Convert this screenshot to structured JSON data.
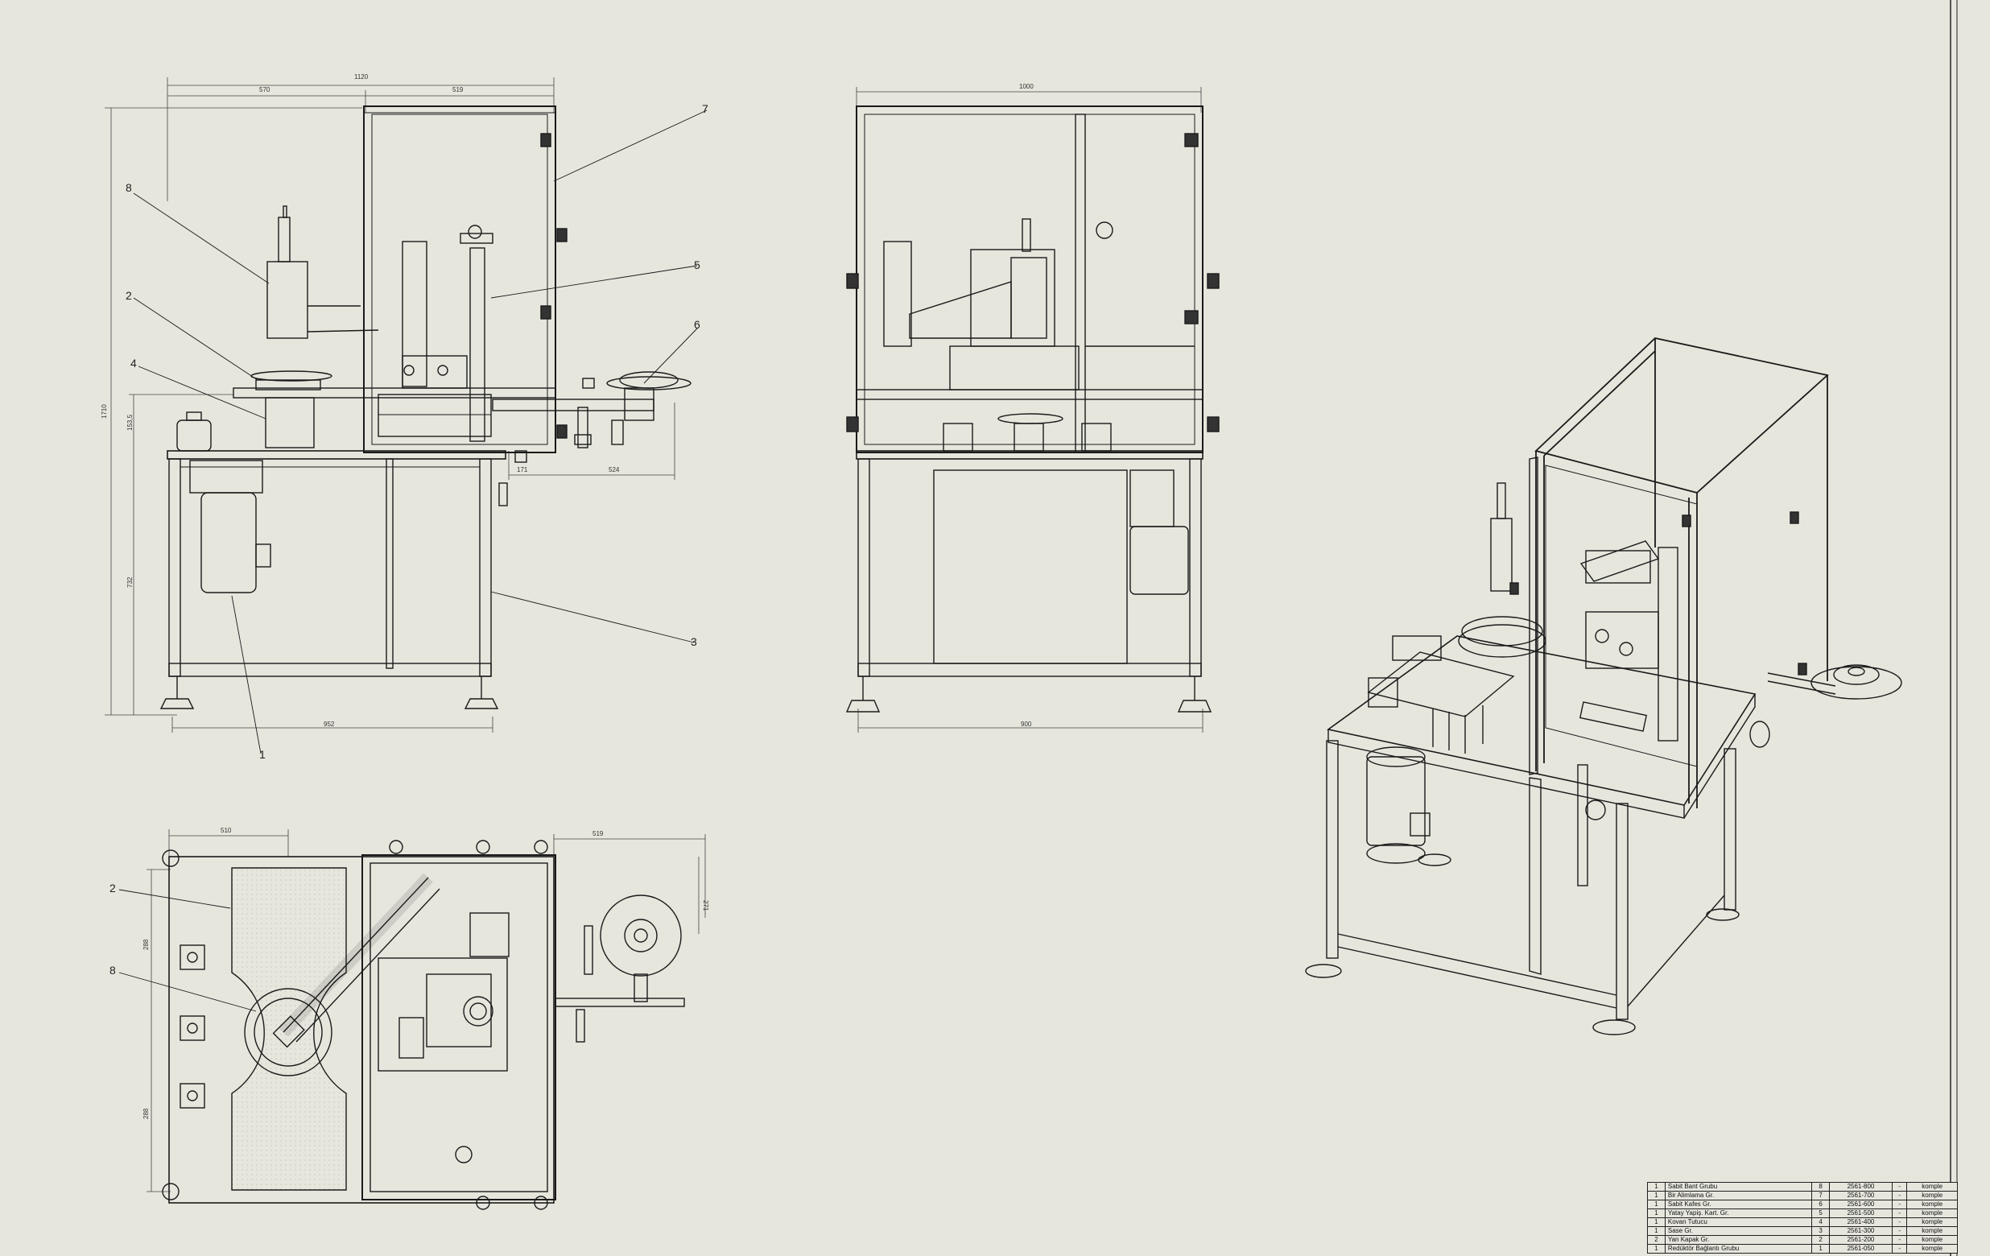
{
  "drawing": {
    "colors": {
      "background": "#e6e6dd",
      "line": "#1a1a1a"
    },
    "front_view": {
      "callouts": [
        "8",
        "2",
        "4",
        "7",
        "5",
        "6",
        "3",
        "1"
      ],
      "dimensions": {
        "overall_width": "1120",
        "left_width": "570",
        "right_width": "519",
        "overall_height": "1710",
        "table_height": "732",
        "upper_height": "153,5",
        "arm_offset": "171",
        "arm_length": "524",
        "base_width": "952"
      }
    },
    "side_view": {
      "dimensions": {
        "top_width": "1000",
        "base_width": "900"
      }
    },
    "top_view": {
      "callouts": [
        "2",
        "8"
      ],
      "dimensions": {
        "top_left": "510",
        "top_right": "519",
        "right_height": "271",
        "side_a": "288",
        "side_b": "288"
      }
    },
    "bom": {
      "rows": [
        {
          "qty": "1",
          "name": "Sabit Bant Grubu",
          "item": "8",
          "code": "2561-800",
          "rev": "-",
          "mat": "komple"
        },
        {
          "qty": "1",
          "name": "Bir Alimlama Gr.",
          "item": "7",
          "code": "2561-700",
          "rev": "-",
          "mat": "komple"
        },
        {
          "qty": "1",
          "name": "Sabit Kafes Gr.",
          "item": "6",
          "code": "2561-600",
          "rev": "-",
          "mat": "komple"
        },
        {
          "qty": "1",
          "name": "Yatay Yapiş. Kart. Gr.",
          "item": "5",
          "code": "2561-500",
          "rev": "-",
          "mat": "komple"
        },
        {
          "qty": "1",
          "name": "Kovan Tutucu",
          "item": "4",
          "code": "2561-400",
          "rev": "-",
          "mat": "komple"
        },
        {
          "qty": "1",
          "name": "Sase Gr.",
          "item": "3",
          "code": "2561-300",
          "rev": "-",
          "mat": "komple"
        },
        {
          "qty": "2",
          "name": "Yan Kapak Gr.",
          "item": "2",
          "code": "2561-200",
          "rev": "-",
          "mat": "komple"
        },
        {
          "qty": "1",
          "name": "Redüktör Bağlantı Grubu",
          "item": "1",
          "code": "2561-050",
          "rev": "-",
          "mat": "komple"
        }
      ]
    }
  }
}
